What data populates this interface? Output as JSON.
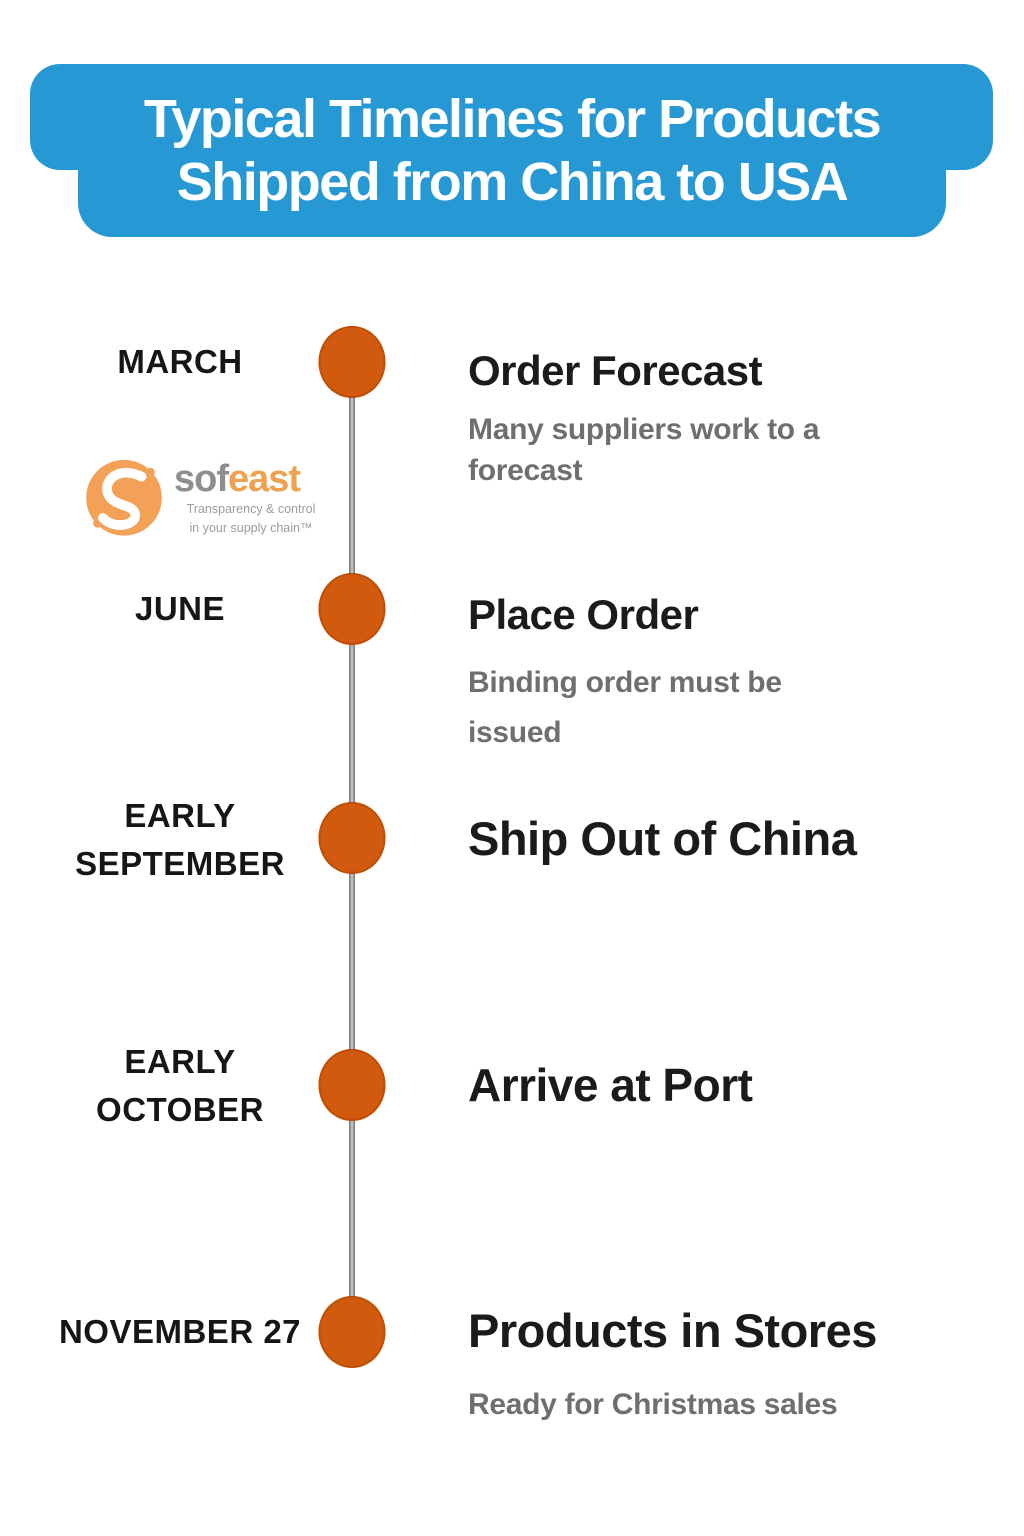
{
  "header": {
    "title_line1": "Typical Timelines for Products",
    "title_line2": "Shipped from China to USA",
    "background_color": "#2699d5",
    "text_color": "#ffffff"
  },
  "logo": {
    "brand_part_gray": "sof",
    "brand_part_orange": "east",
    "tagline_line1": "Transparency & control",
    "tagline_line2": "in your supply chain™",
    "mark_color": "#f2a156",
    "gray_color": "#8e8e8e"
  },
  "timeline": {
    "line_color": "#8a8a8a",
    "dot_color": "#d25a0e",
    "title_text_color": "#1b1b1b",
    "muted_text_color": "#6f6f6f",
    "milestones": [
      {
        "date": "MARCH",
        "title": "Order Forecast",
        "description": "Many suppliers work to a forecast"
      },
      {
        "date": "JUNE",
        "title": "Place Order",
        "description": "Binding order must be issued"
      },
      {
        "date": "EARLY SEPTEMBER",
        "title": "Ship Out of China",
        "description": ""
      },
      {
        "date": "EARLY OCTOBER",
        "title": "Arrive at Port",
        "description": ""
      },
      {
        "date": "NOVEMBER 27",
        "title": "Products in Stores",
        "description": "Ready for Christmas sales"
      }
    ]
  }
}
